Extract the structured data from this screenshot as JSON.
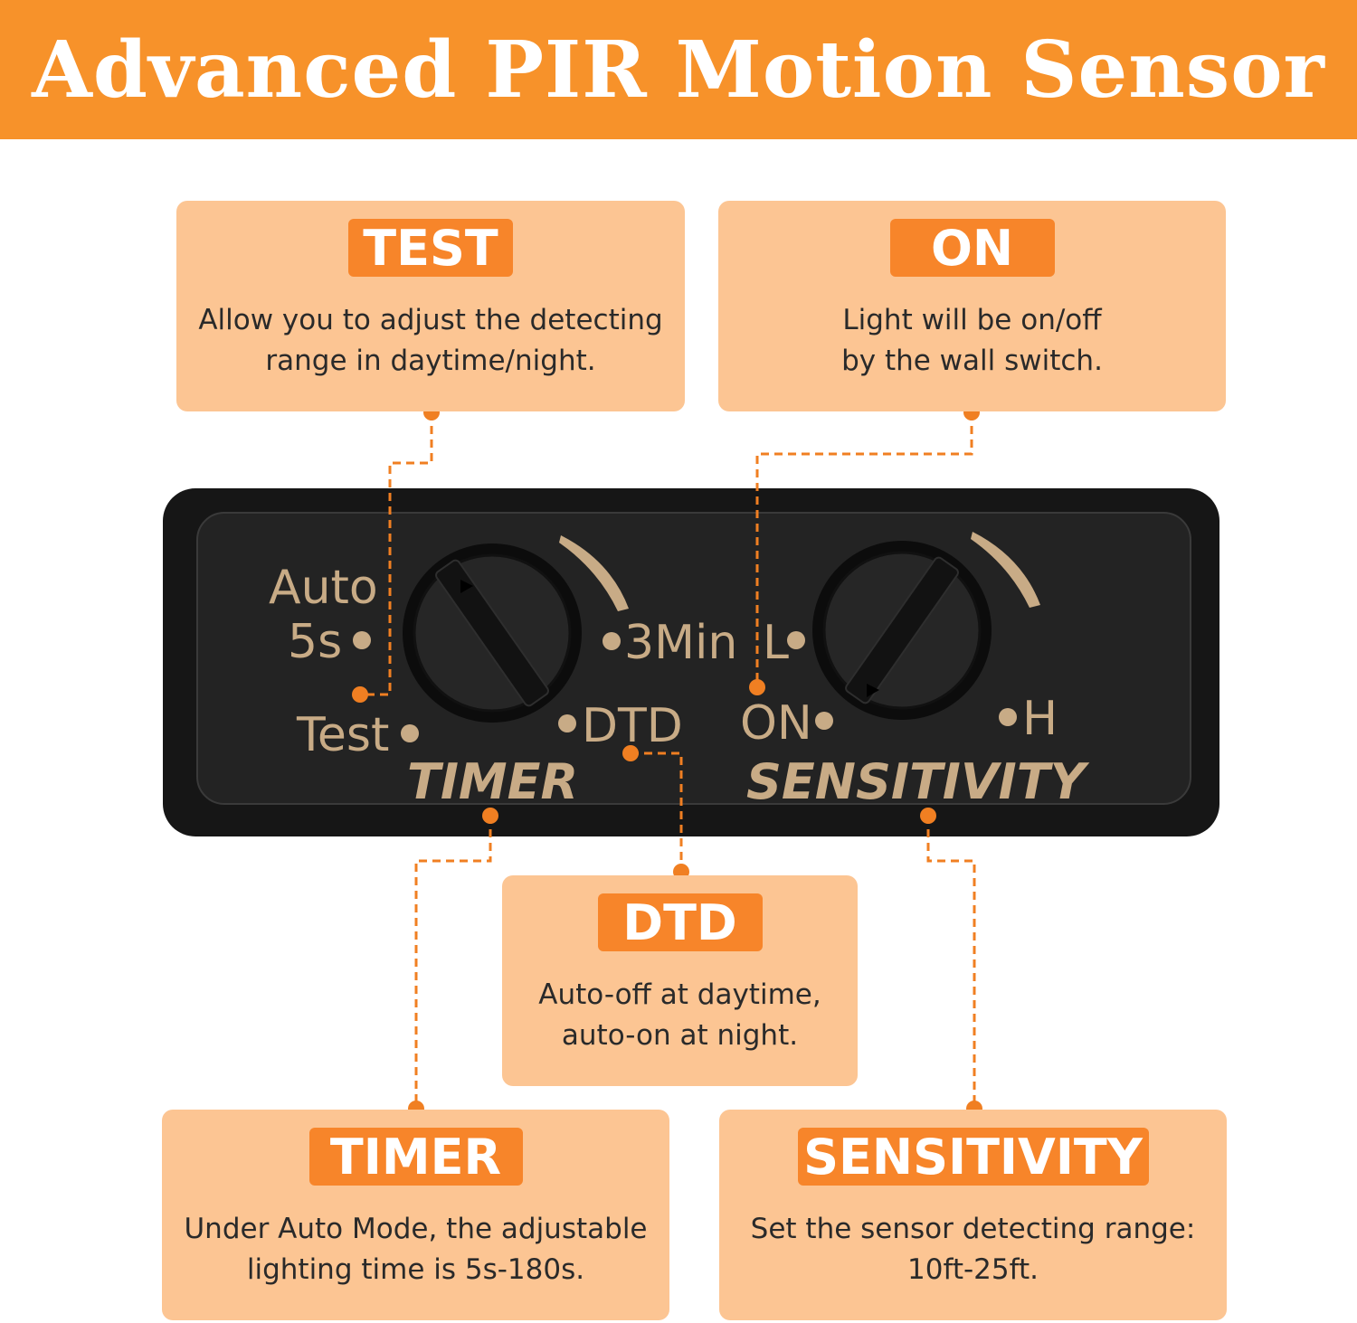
{
  "banner": {
    "title": "Advanced PIR Motion Sensor"
  },
  "cards": {
    "test": {
      "label": "TEST",
      "line1": "Allow you to adjust the detecting",
      "line2": "range in daytime/night."
    },
    "on": {
      "label": "ON",
      "line1": "Light will be on/off",
      "line2": "by the wall switch."
    },
    "dtd": {
      "label": "DTD",
      "line1": "Auto-off at daytime,",
      "line2": "auto-on at night."
    },
    "timer": {
      "label": "TIMER",
      "line1": "Under Auto Mode, the adjustable",
      "line2": "lighting time is 5s-180s."
    },
    "sensitivity": {
      "label": "SENSITIVITY",
      "line1": "Set the sensor detecting range:",
      "line2": "10ft-25ft."
    }
  },
  "panel": {
    "timer_title": "TIMER",
    "sensitivity_title": "SENSITIVITY",
    "labels": {
      "auto": "Auto",
      "five_s": "5s",
      "test": "Test",
      "three_min": "3Min",
      "dtd": "DTD",
      "low": "L",
      "on": "ON",
      "high": "H"
    }
  },
  "colors": {
    "banner": "#f7922a",
    "card": "#fcc593",
    "pill": "#f7852a",
    "panel": "#1c1c1c",
    "gold": "#c8ab86",
    "callout": "#f07f22"
  }
}
